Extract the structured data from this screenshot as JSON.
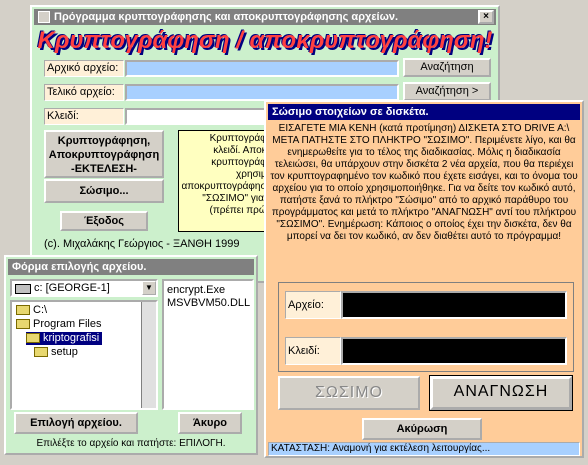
{
  "main_window": {
    "title": "Πρόγραμμα κρυπτογράφησης και αποκρυπτογράφησης αρχείων.",
    "banner": "Κρυπτογράφηση / αποκρυπτογράφηση!",
    "source_label": "Αρχικό αρχείο:",
    "target_label": "Τελικό αρχείο:",
    "key_label": "Κλειδί:",
    "browse1": "Αναζήτηση",
    "browse2": "Αναζήτηση",
    "browse2_arrow": ">",
    "encrypt_btn": "Κρυπτογράφηση,\nΑποκρυπτογράφηση\n-ΕΚΤΕΛΕΣΗ-",
    "save_btn": "Σώσιμο...",
    "exit_btn": "Έξοδος",
    "help_text": "Κρυπτογράφ...\nκλειδί. Αποκ...\nκρυπτογράφ...\nχρησιμ...\nαποκρυπτογράφησ...\n\"ΣΩΣΙΜΟ\" για ...\n(πρέπει πρώ...",
    "copyright": "(c). Μιχαλάκης Γεώργιος - ΞΑΝΘΗ 1999"
  },
  "file_window": {
    "title": "Φόρμα επιλογής αρχείου.",
    "drive": "c: [GEORGE-1]",
    "folders": [
      "C:\\",
      "Program Files",
      "kriptografisi",
      "setup"
    ],
    "files": [
      "encrypt.Exe",
      "MSVBVM50.DLL"
    ],
    "select_btn": "Επιλογή αρχείου.",
    "cancel_btn": "Άκυρο",
    "hint": "Επιλέξτε το αρχείο και πατήστε: ΕΠΙΛΟΓΗ."
  },
  "save_window": {
    "title": "Σώσιμο στοιχείων σε δισκέτα.",
    "instructions": "ΕΙΣΑΓΕΤΕ ΜΙΑ ΚΕΝΗ (κατά προτίμηση) ΔΙΣΚΕΤΑ ΣΤΟ DRIVE A:\\ ΜΕΤΑ ΠΑΤΗΣΤΕ ΣΤΟ ΠΛΗΚΤΡΟ \"ΣΩΣΙΜΟ\". Περιμένετε λίγο, και θα ενημερωθείτε για το τέλος της διαδικασίας. Μόλις η διαδικασία τελειώσει, θα υπάρχουν στην δισκέτα 2 νέα αρχεία, που θα περιέχει τον κρυπτογραφημένο τον κωδικό που έχετε εισάγει, και το όνομα του αρχείου για το οποίο χρησιμοποιήθηκε. Για να δείτε τον κωδικό αυτό, πατήστε ξανά το πλήκτρο \"Σώσιμο\" από το αρχικό παράθυρο του προγράμματος και μετά το πλήκτρο \"ΑΝΑΓΝΩΣΗ\" αντί του πλήκτρου \"ΣΩΣΙΜΟ\". Ενημέρωση: Κάποιος ο οποίος έχει την δισκέτα, δεν θα μπορεί να δει τον κωδικό, αν δεν διαθέτει αυτό το πρόγραμμα!",
    "file_label": "Αρχείο:",
    "key_label": "Κλειδί:",
    "save_btn": "ΣΩΣΙΜΟ",
    "read_btn": "ΑΝΑΓΝΩΣΗ",
    "cancel_btn": "Ακύρωση",
    "status": "ΚΑΤΑΣΤΑΣΗ: Αναμονή για εκτέλεση λειτουργίας..."
  },
  "colors": {
    "main_bg": "#ccf0cc",
    "file_bg": "#ccf0cc",
    "save_bg": "#ffcc99",
    "title_active": "#000080",
    "title_inactive": "#808080",
    "input_blue": "#a8d0ff",
    "input_black": "#000000"
  }
}
